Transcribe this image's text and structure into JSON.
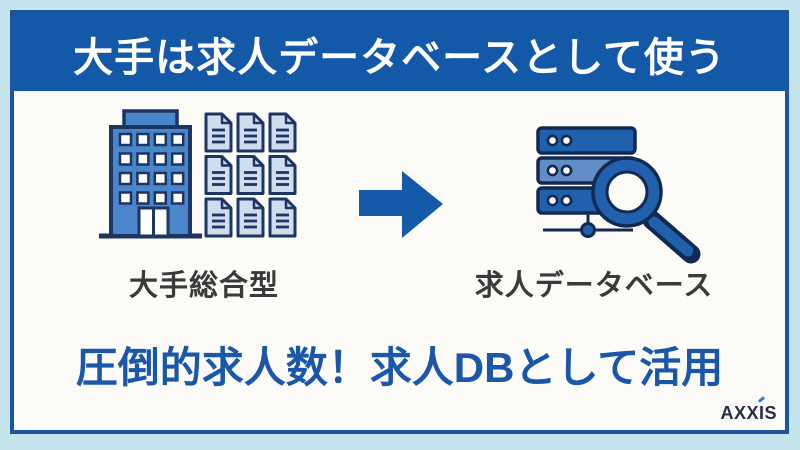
{
  "header": {
    "title": "大手は求人データベースとして使う"
  },
  "diagram": {
    "left_label": "大手総合型",
    "right_label": "求人データベース",
    "icons": {
      "left": "office-building-with-documents-icon",
      "center": "arrow-right-icon",
      "right": "server-database-with-magnifier-icon"
    }
  },
  "tagline": "圧倒的求人数！求人DBとして活用",
  "logo": {
    "text": "AXXIS",
    "pre": "AXX",
    "i": "I",
    "post": "S"
  },
  "colors": {
    "frame_background": "#c5e4ee",
    "panel_background": "#fcfbf8",
    "panel_border": "#1b57a0",
    "header_background": "#1458a8",
    "header_text": "#ffffff",
    "arrow_blue": "#1559a9",
    "tagline_text": "#1a57a8",
    "label_text": "#3a3a3a",
    "icon_outline_navy": "#1c3563",
    "building_fill": "#4a86c9",
    "document_fill": "#cfddee",
    "server_fill": "#2060ac",
    "server_light_fill": "#628dc6",
    "logo_text": "#262e4e",
    "logo_accent": "#2e7cd4"
  }
}
